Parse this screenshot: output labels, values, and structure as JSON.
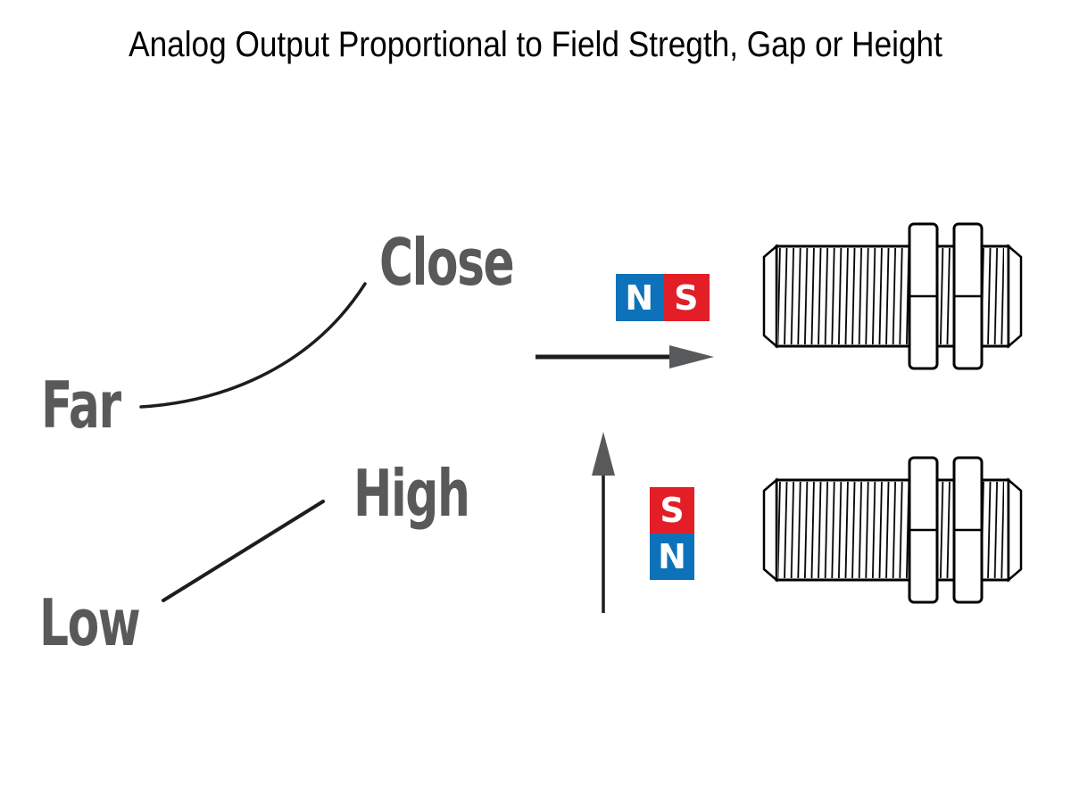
{
  "title": "Analog Output Proportional to Field Stregth, Gap or Height",
  "diagram": {
    "gap_row": {
      "curve_start_label": "Far",
      "curve_end_label": "Close",
      "magnet": {
        "orientation": "horizontal",
        "left_pole": "N",
        "right_pole": "S"
      },
      "arrow_direction": "right",
      "sensor_icon": "threaded-barrel-sensor-icon"
    },
    "height_row": {
      "line_start_label": "Low",
      "line_end_label": "High",
      "magnet": {
        "orientation": "vertical",
        "top_pole": "S",
        "bottom_pole": "N"
      },
      "arrow_direction": "up",
      "sensor_icon": "threaded-barrel-sensor-icon"
    }
  },
  "colors": {
    "north_pole_blue": "#0e72ba",
    "south_pole_red": "#e31e26",
    "label_gray": "#595959",
    "arrowhead_gray": "#58595b",
    "line_black": "#1d1d1b",
    "background": "#ffffff"
  }
}
